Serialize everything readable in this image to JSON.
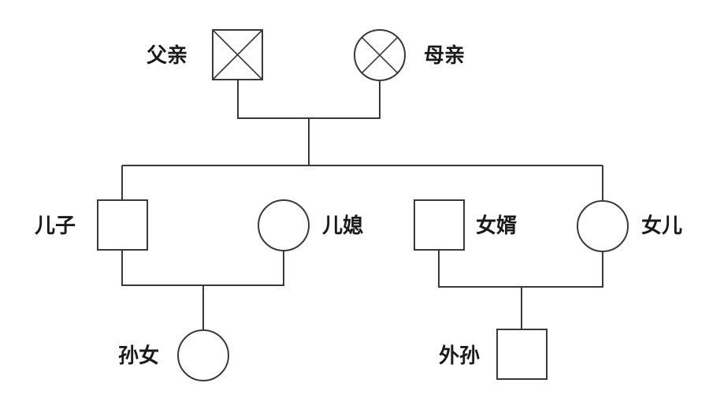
{
  "labels": {
    "father": "父亲",
    "mother": "母亲",
    "son": "儿子",
    "daughter_in_law": "儿媳",
    "son_in_law": "女婿",
    "daughter": "女儿",
    "granddaughter": "孙女",
    "grandson": "外孙"
  }
}
